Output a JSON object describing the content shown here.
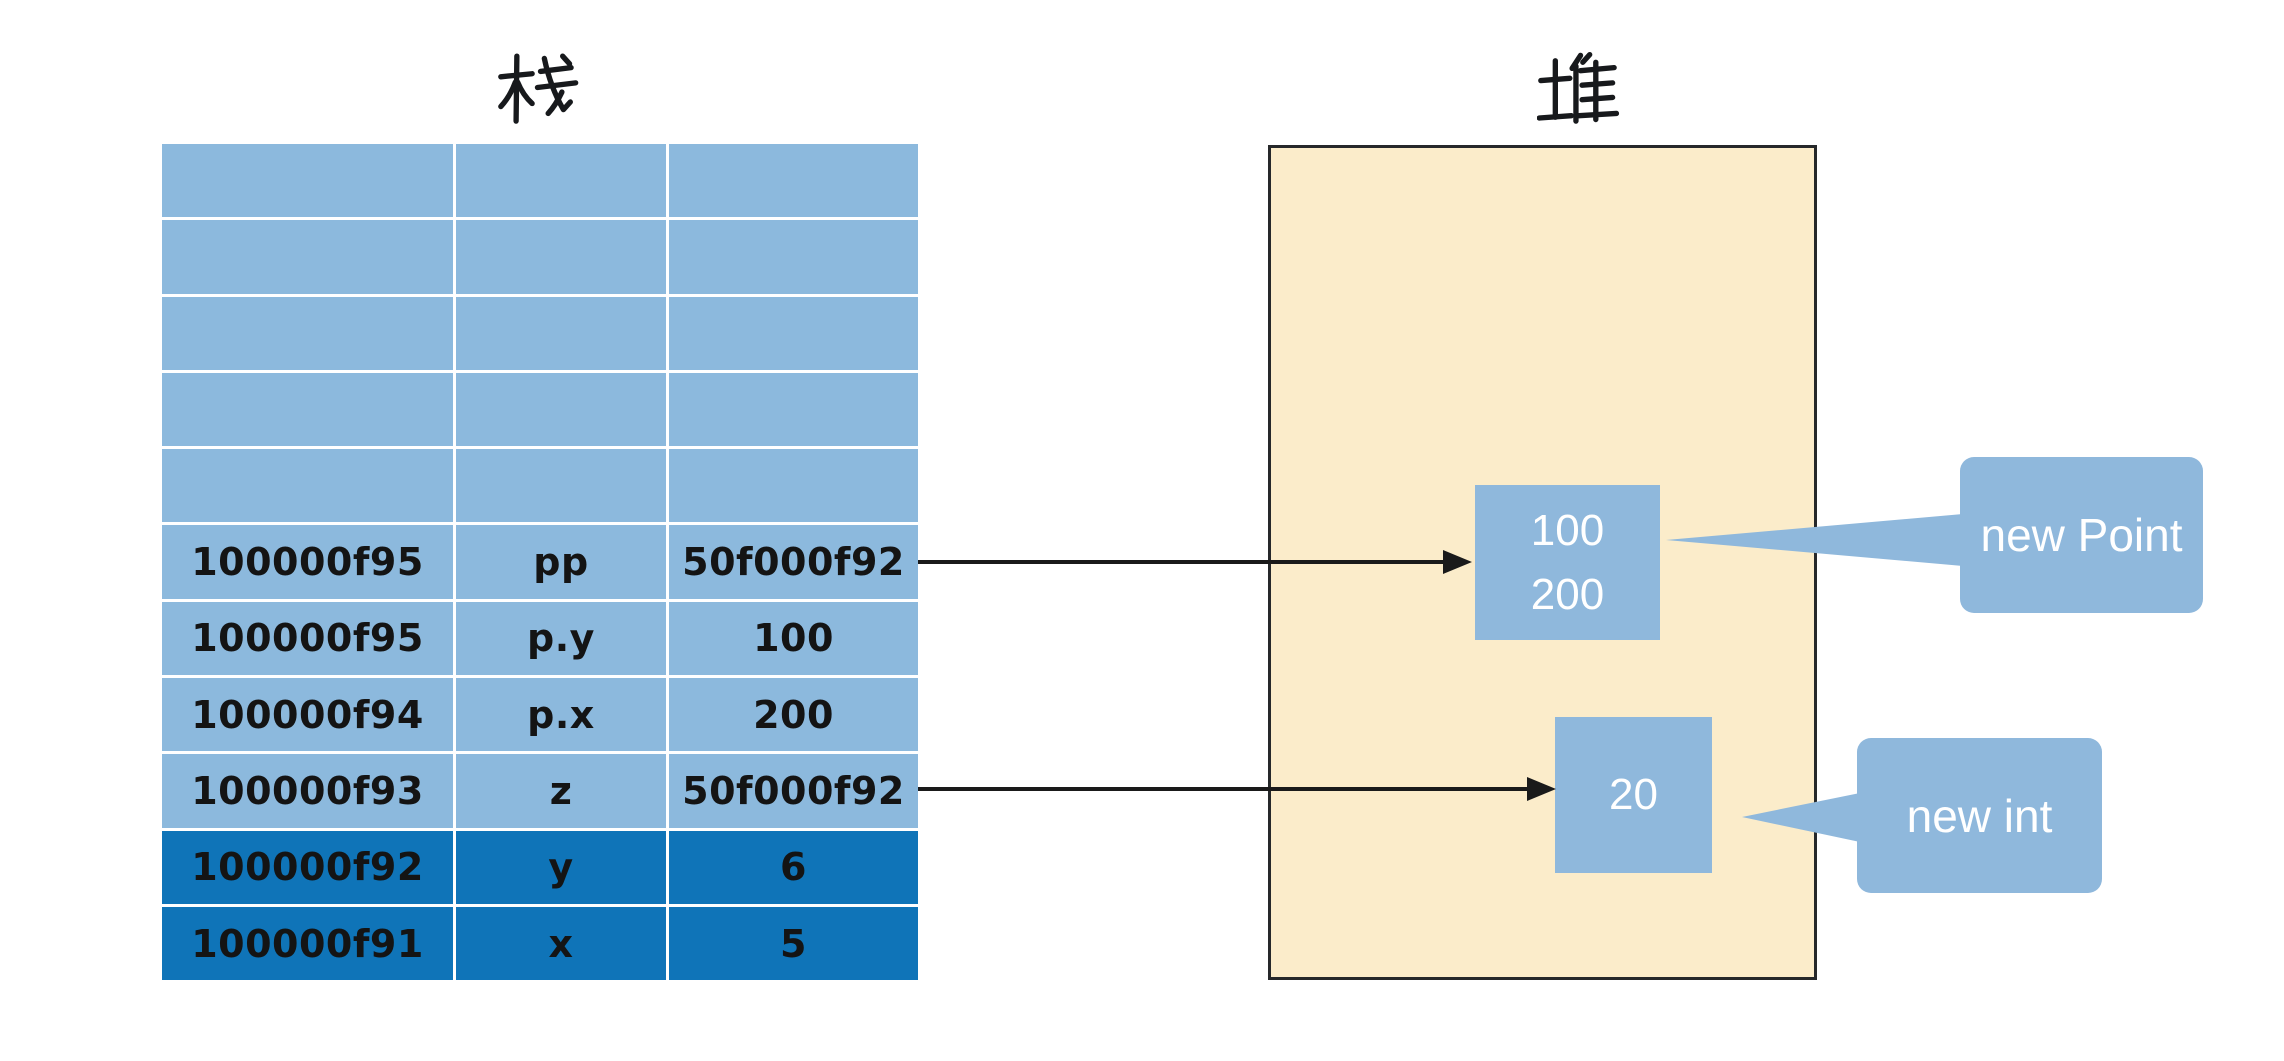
{
  "stack": {
    "title": "栈",
    "rows": [
      {
        "address": "",
        "name": "",
        "value": "",
        "highlight": false
      },
      {
        "address": "",
        "name": "",
        "value": "",
        "highlight": false
      },
      {
        "address": "",
        "name": "",
        "value": "",
        "highlight": false
      },
      {
        "address": "",
        "name": "",
        "value": "",
        "highlight": false
      },
      {
        "address": "",
        "name": "",
        "value": "",
        "highlight": false
      },
      {
        "address": "100000f95",
        "name": "pp",
        "value": "50f000f92",
        "highlight": false
      },
      {
        "address": "100000f95",
        "name": "p.y",
        "value": "100",
        "highlight": false
      },
      {
        "address": "100000f94",
        "name": "p.x",
        "value": "200",
        "highlight": false
      },
      {
        "address": "100000f93",
        "name": "z",
        "value": "50f000f92",
        "highlight": false
      },
      {
        "address": "100000f92",
        "name": "y",
        "value": "6",
        "highlight": true
      },
      {
        "address": "100000f91",
        "name": "x",
        "value": "5",
        "highlight": true
      }
    ]
  },
  "heap": {
    "title": "堆",
    "point_box": {
      "line1": "100",
      "line2": "200"
    },
    "int_box": {
      "value": "20"
    }
  },
  "callouts": {
    "point": {
      "label": "new Point"
    },
    "int": {
      "label": "new int"
    }
  },
  "colors": {
    "cell_blue": "#8CB9DD",
    "highlight_blue": "#0F74B8",
    "heap_fill": "#FBECCA",
    "object_blue": "#8FB8DC",
    "arrow_black": "#1a1a1a"
  }
}
